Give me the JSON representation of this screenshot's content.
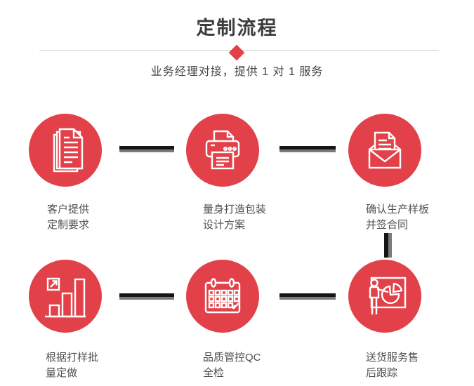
{
  "page": {
    "title": "定制流程",
    "subtitle": "业务经理对接，提供 1 对 1 服务"
  },
  "colors": {
    "accent_red": "#e24149",
    "connector_dark": "#161616",
    "connector_gray": "#7a7a7a",
    "divider_line": "#cccccc",
    "title_text": "#3d3d3d",
    "label_text": "#4f4f4f"
  },
  "steps": [
    {
      "icon": "documents-icon",
      "label_line1": "客户提供",
      "label_line2": "定制要求"
    },
    {
      "icon": "printer-icon",
      "label_line1": "量身打造包装",
      "label_line2": "设计方案"
    },
    {
      "icon": "envelope-icon",
      "label_line1": "确认生产样板",
      "label_line2": "并签合同"
    },
    {
      "icon": "bar-chart-icon",
      "label_line1": "根据打样批",
      "label_line2": "量定做"
    },
    {
      "icon": "calendar-icon",
      "label_line1": "品质管控QC",
      "label_line2": "全检"
    },
    {
      "icon": "presentation-icon",
      "label_line1": "送货服务售",
      "label_line2": "后跟踪"
    }
  ]
}
